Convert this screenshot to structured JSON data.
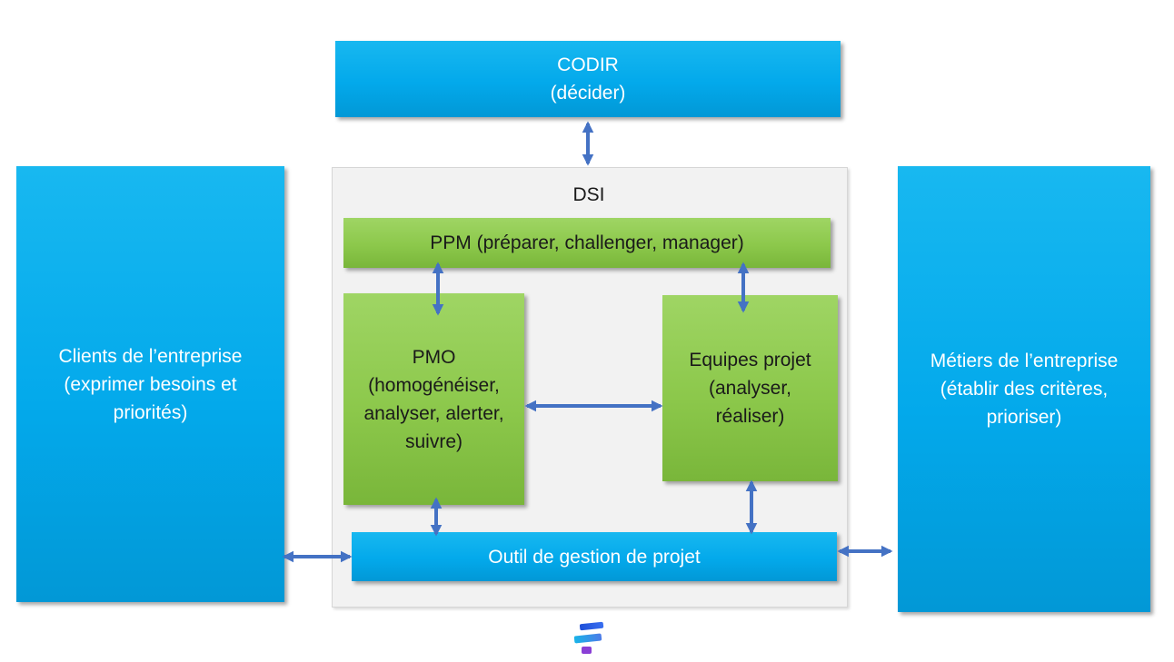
{
  "diagram": {
    "codir": {
      "label": "CODIR\n(décider)"
    },
    "dsi": {
      "label": "DSI"
    },
    "ppm": {
      "label": "PPM (préparer, challenger, manager)"
    },
    "pmo": {
      "label": "PMO\n(homogénéiser,\nanalyser, alerter,\nsuivre)"
    },
    "equipes": {
      "label": "Equipes projet\n(analyser,\nréaliser)"
    },
    "outil": {
      "label": "Outil de gestion de projet"
    },
    "clients": {
      "label": "Clients de l’entreprise\n(exprimer besoins et\npriorités)"
    },
    "metiers": {
      "label": "Métiers de l’entreprise\n(établir des critères,\nprioriser)"
    }
  },
  "colors": {
    "blue_box": "#03a9eb",
    "green_box": "#8cc84b",
    "arrow": "#4472c4",
    "dsi_background": "#f2f2f2"
  },
  "icons": {
    "logo": "stacked-bars-logo-icon"
  }
}
